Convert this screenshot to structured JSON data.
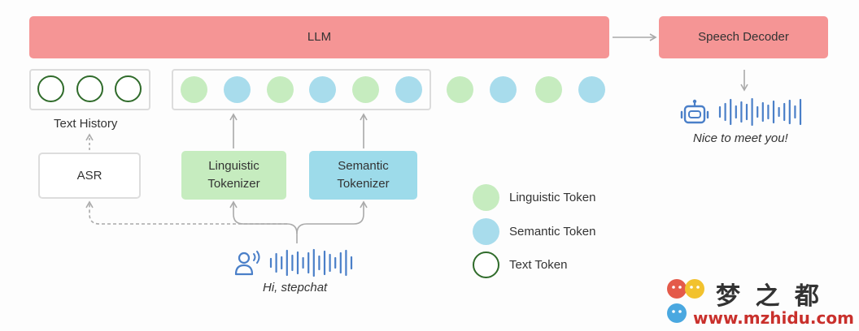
{
  "llm": {
    "label": "LLM"
  },
  "speech_decoder": {
    "label": "Speech Decoder"
  },
  "text_history": {
    "label": "Text History"
  },
  "asr": {
    "label": "ASR"
  },
  "linguistic_tokenizer": {
    "line1": "Linguistic",
    "line2": "Tokenizer"
  },
  "semantic_tokenizer": {
    "line1": "Semantic",
    "line2": "Tokenizer"
  },
  "input": {
    "caption": "Hi, stepchat"
  },
  "output": {
    "caption": "Nice to meet you!"
  },
  "legend": {
    "items": [
      {
        "label": "Linguistic Token",
        "kind": "linguistic"
      },
      {
        "label": "Semantic Token",
        "kind": "semantic"
      },
      {
        "label": "Text Token",
        "kind": "text"
      }
    ]
  },
  "colors": {
    "llm": "#f59595",
    "linguistic": "#c6ecbf",
    "semantic": "#9ddbea",
    "text_token_border": "#2f6b2a",
    "wave_input": "#4a7fc8",
    "wave_output": "#4a7fc8"
  },
  "watermark": {
    "brand": "梦 之 都",
    "url": "www.mzhidu.com"
  }
}
